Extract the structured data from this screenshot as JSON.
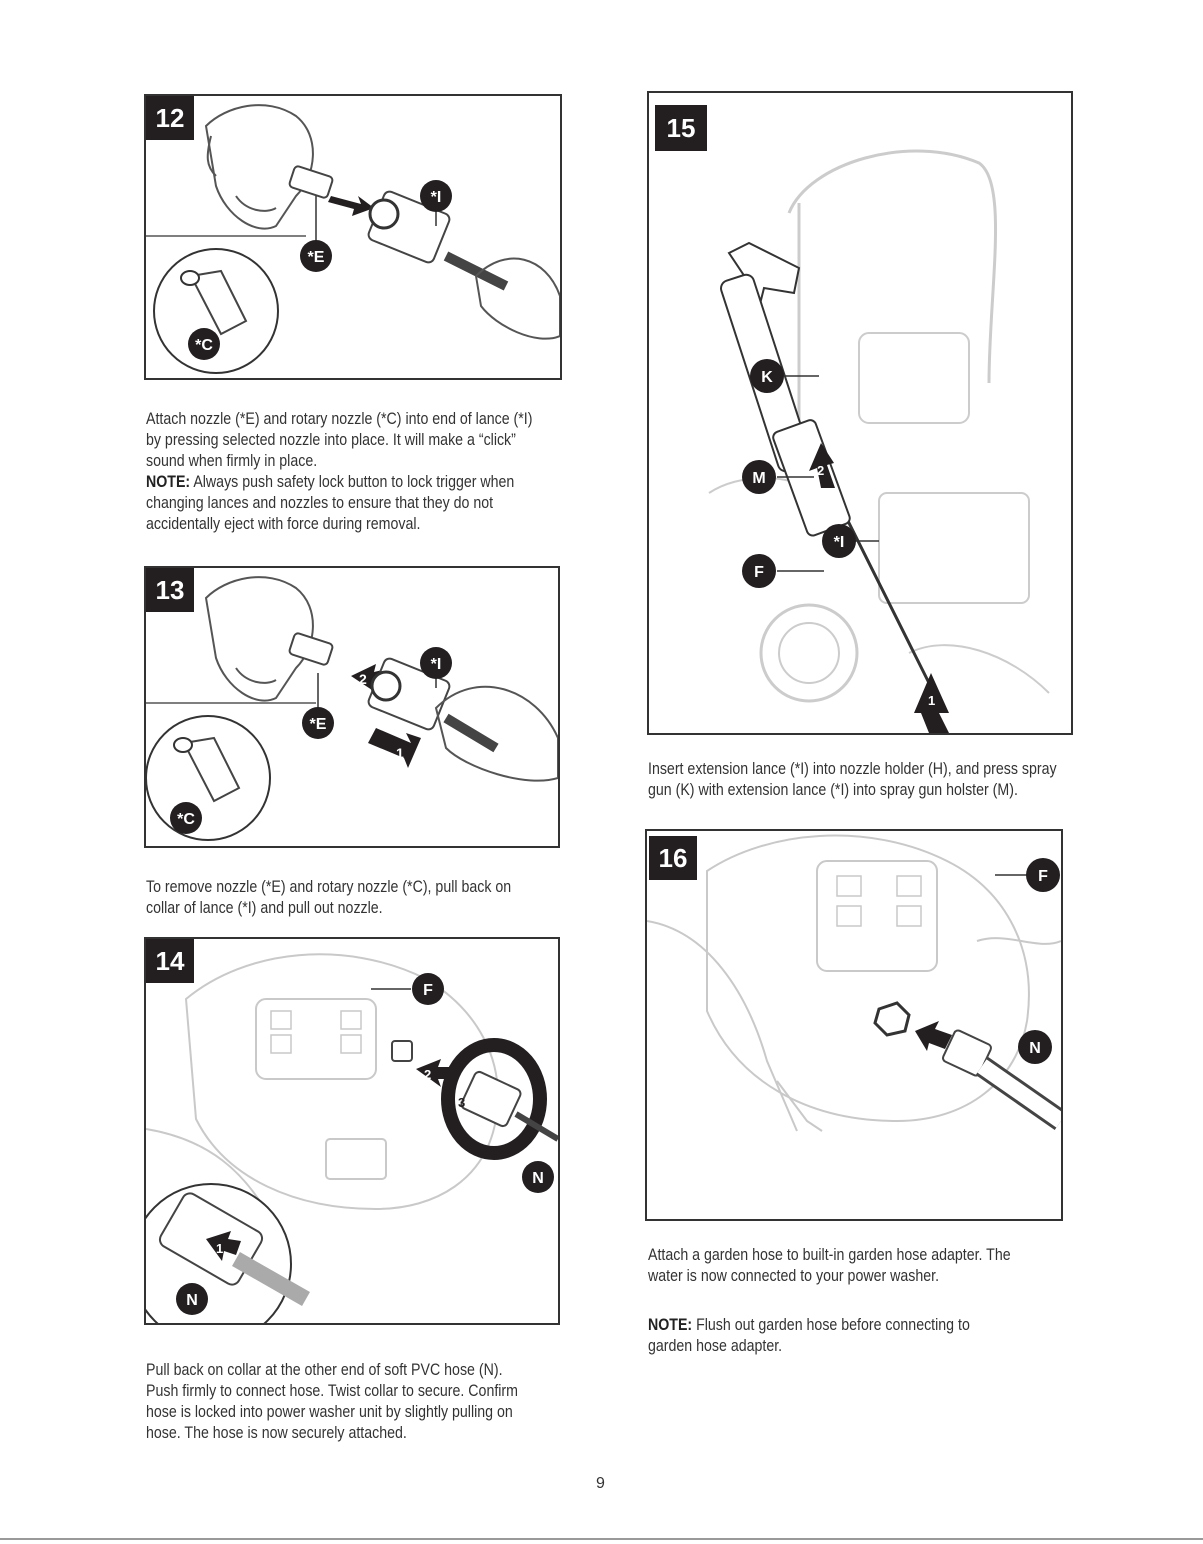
{
  "steps": [
    {
      "number": "12",
      "callouts": [
        "*I",
        "*E",
        "*C"
      ],
      "caption_lines": [
        "Attach nozzle (*E) and rotary nozzle (*C) into end of lance (*I)",
        "by pressing selected nozzle into place. It will make a “click”",
        "sound when firmly in place."
      ],
      "note_label": "NOTE:",
      "note_lines": [
        " Always push safety lock button to lock trigger when",
        "changing lances and nozzles to ensure that they do not",
        "accidentally eject with force during removal."
      ]
    },
    {
      "number": "13",
      "callouts": [
        "*I",
        "*E",
        "*C"
      ],
      "arrow_labels": [
        "2",
        "1"
      ],
      "caption_lines": [
        "To remove nozzle (*E) and rotary nozzle (*C), pull back on",
        "collar of lance (*I) and pull out nozzle."
      ]
    },
    {
      "number": "14",
      "callouts": [
        "F",
        "N",
        "N"
      ],
      "arrow_labels": [
        "2",
        "3",
        "1"
      ],
      "caption_lines": [
        "Pull back on collar at the other end of soft PVC hose (N).",
        "Push firmly to connect hose. Twist collar to secure. Confirm",
        "hose is locked into power washer unit by slightly pulling on",
        "hose. The hose is now  securely attached."
      ]
    },
    {
      "number": "15",
      "callouts": [
        "K",
        "M",
        "*I",
        "F"
      ],
      "arrow_labels": [
        "2",
        "1"
      ],
      "caption_lines": [
        "Insert extension lance (*I) into nozzle holder (H), and press spray",
        "gun (K) with extension lance (*I) into spray gun holster (M)."
      ]
    },
    {
      "number": "16",
      "callouts": [
        "F",
        "N"
      ],
      "caption_lines": [
        "Attach a garden hose to built-in garden hose adapter. The",
        "water is now connected to your power washer."
      ],
      "note_label": "NOTE:",
      "note_lines": [
        " Flush out garden hose before connecting to",
        "garden hose adapter."
      ]
    }
  ],
  "page_number": "9",
  "colors": {
    "badge": "#231f20",
    "ink": "#333333",
    "line_art": "#6b6b6b",
    "faint_art": "#c9c9c9"
  }
}
